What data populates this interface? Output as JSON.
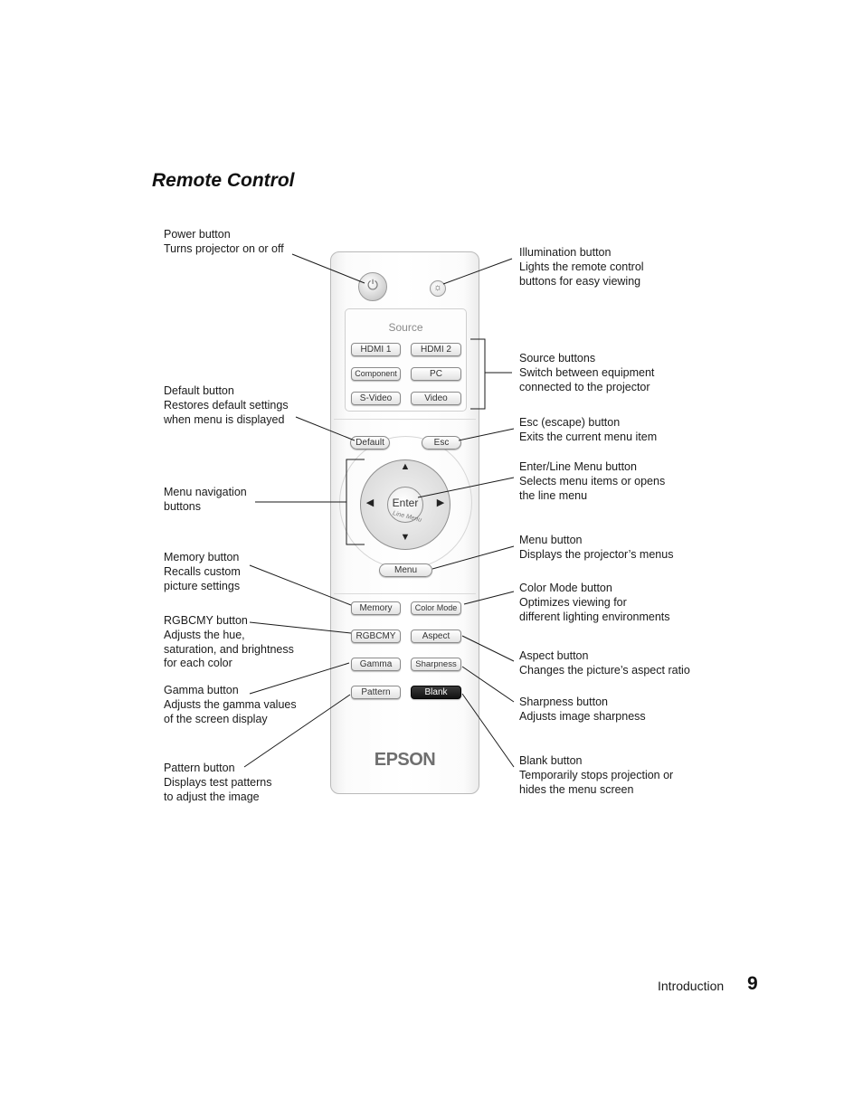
{
  "page": {
    "title": "Remote Control",
    "footer_section": "Introduction",
    "page_number": "9"
  },
  "callouts": {
    "power": [
      "Power button",
      "Turns projector on or off"
    ],
    "default": [
      "Default button",
      "Restores default settings",
      "when menu is displayed"
    ],
    "menu_nav": [
      "Menu navigation",
      "buttons"
    ],
    "memory": [
      "Memory button",
      "Recalls custom",
      "picture settings"
    ],
    "rgbcmy": [
      "RGBCMY button",
      "Adjusts the hue,",
      "saturation, and brightness",
      "for each color"
    ],
    "gamma": [
      "Gamma button",
      "Adjusts the gamma values",
      "of the screen display"
    ],
    "pattern": [
      "Pattern button",
      "Displays test patterns",
      "to adjust the image"
    ],
    "illumination": [
      "Illumination button",
      "Lights the remote control",
      "buttons for easy viewing"
    ],
    "source": [
      "Source buttons",
      "Switch between equipment",
      "connected to the projector"
    ],
    "esc": [
      "Esc (escape) button",
      "Exits the current menu item"
    ],
    "enter": [
      "Enter/Line Menu button",
      "Selects menu items or opens",
      "the line menu"
    ],
    "menu": [
      "Menu button",
      "Displays the projector’s menus"
    ],
    "color_mode": [
      "Color Mode button",
      "Optimizes viewing for",
      "different lighting environments"
    ],
    "aspect": [
      "Aspect button",
      "Changes the picture’s aspect ratio"
    ],
    "sharpness": [
      "Sharpness button",
      "Adjusts image sharpness"
    ],
    "blank": [
      "Blank button",
      "Temporarily stops projection or",
      "hides the menu screen"
    ]
  },
  "remote": {
    "power_icon": "power-icon",
    "illumination_icon": "sun-icon",
    "source_label": "Source",
    "source_buttons": [
      "HDMI 1",
      "HDMI 2",
      "Component",
      "PC",
      "S-Video",
      "Video"
    ],
    "default_label": "Default",
    "esc_label": "Esc",
    "enter_label": "Enter",
    "line_menu_label": "Line Menu",
    "menu_label": "Menu",
    "memory_label": "Memory",
    "color_mode_label": "Color Mode",
    "rgbcmy_label": "RGBCMY",
    "aspect_label": "Aspect",
    "gamma_label": "Gamma",
    "sharpness_label": "Sharpness",
    "pattern_label": "Pattern",
    "blank_label": "Blank",
    "brand": "EPSON"
  }
}
